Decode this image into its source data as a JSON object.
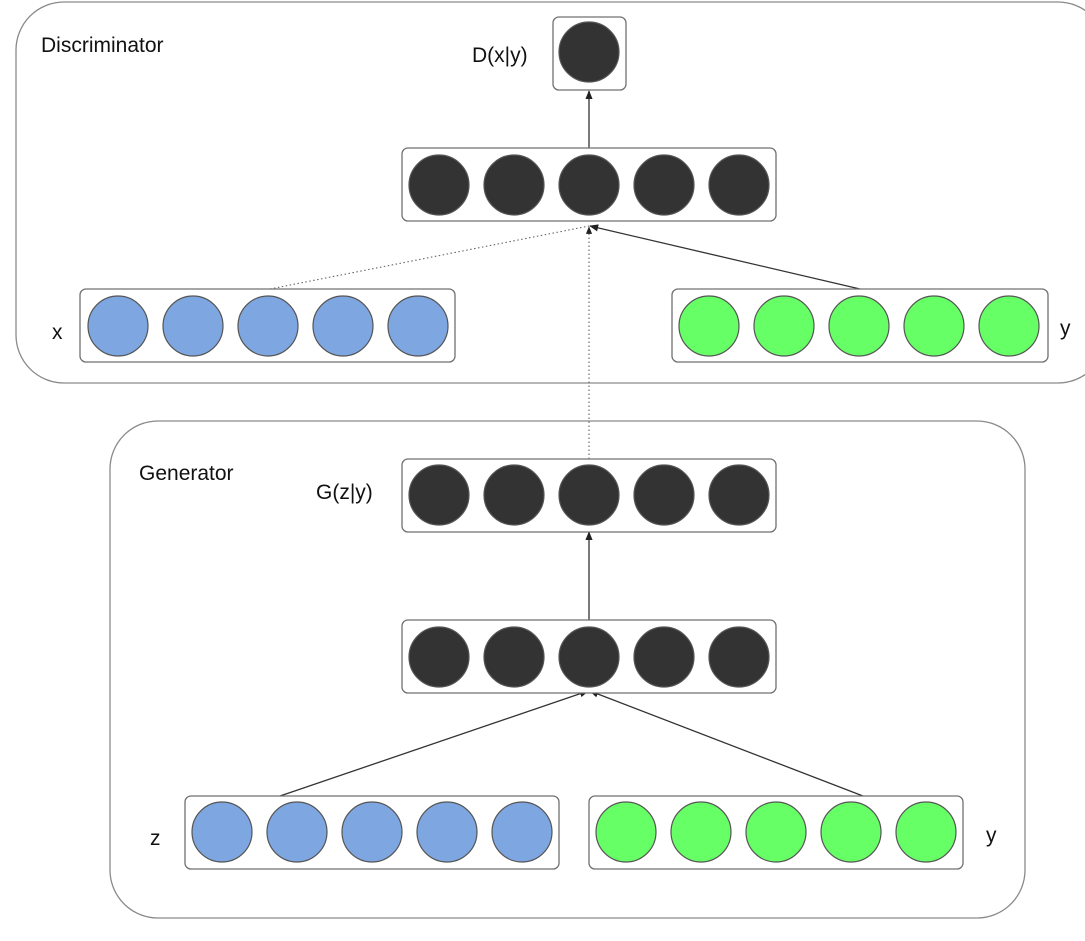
{
  "colors": {
    "dark_node": "#333333",
    "blue_node": "#7ea6e0",
    "green_node": "#66ff66"
  },
  "discriminator": {
    "title": "Discriminator",
    "output_label": "D(x|y)",
    "input_x_label": "x",
    "input_y_label": "y"
  },
  "generator": {
    "title": "Generator",
    "output_label": "G(z|y)",
    "input_z_label": "z",
    "input_y_label": "y"
  }
}
